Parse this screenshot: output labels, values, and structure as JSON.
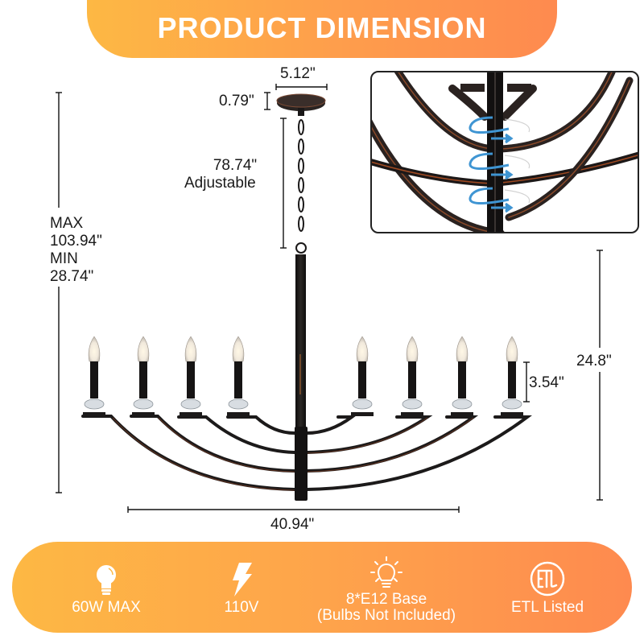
{
  "header": {
    "title": "PRODUCT DIMENSION",
    "gradient": [
      "#fdb844",
      "#fe8a4f"
    ]
  },
  "dimensions": {
    "canopy_width": "5.12\"",
    "canopy_height": "0.79\"",
    "chain_length": "78.74\"",
    "chain_note": "Adjustable",
    "overall_max_label": "MAX",
    "overall_max_value": "103.94\"",
    "overall_min_label": "MIN",
    "overall_min_value": "28.74\"",
    "fixture_height": "24.8\"",
    "candle_height": "3.54\"",
    "fixture_width": "40.94\""
  },
  "product": {
    "arms": 8,
    "metal_color": "#1c1a1a",
    "accent_color": "#8a4a2a"
  },
  "inset": {
    "arrow_color": "#3f95d3",
    "rotation_arrows": 3
  },
  "features": [
    {
      "icon": "light-bulb-icon",
      "label": "60W MAX"
    },
    {
      "icon": "lightning-bolt-icon",
      "label": "110V"
    },
    {
      "icon": "glowing-bulb-icon",
      "label": "8*E12 Base",
      "sublabel": "(Bulbs Not Included)"
    },
    {
      "icon": "etl-logo-icon",
      "label": "ETL Listed"
    }
  ]
}
